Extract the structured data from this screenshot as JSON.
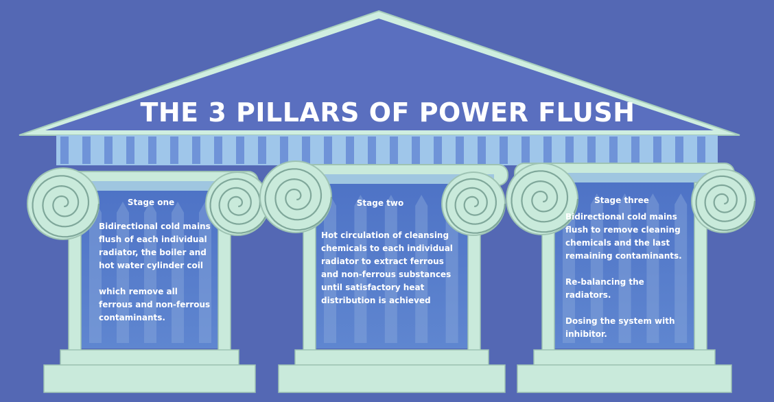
{
  "title": "THE 3 PILLARS OF POWER FLUSH",
  "colors": {
    "background": "#5468b4",
    "pediment": "#5a6fbf",
    "stone": "#c9eadb",
    "stone_outline": "#9ec3b3",
    "frieze": "#8fbce6",
    "text": "#ffffff"
  },
  "pillars": [
    {
      "stage": "Stage one",
      "text": "Bidirectional cold mains\nflush of each individual\nradiator, the boiler and\nhot water cylinder coil\n\nwhich remove all\nferrous and non-ferrous\ncontaminants."
    },
    {
      "stage": "Stage two",
      "text": "Hot circulation of cleansing\nchemicals to each individual\nradiator to extract ferrous\nand non-ferrous substances\nuntil satisfactory heat\ndistribution is achieved"
    },
    {
      "stage": "Stage three",
      "text": "Bidirectional cold mains\nflush to remove cleaning\nchemicals and the last\nremaining contaminants.\n\nRe-balancing the radiators.\n\nDosing the system with\ninhibitor."
    }
  ]
}
